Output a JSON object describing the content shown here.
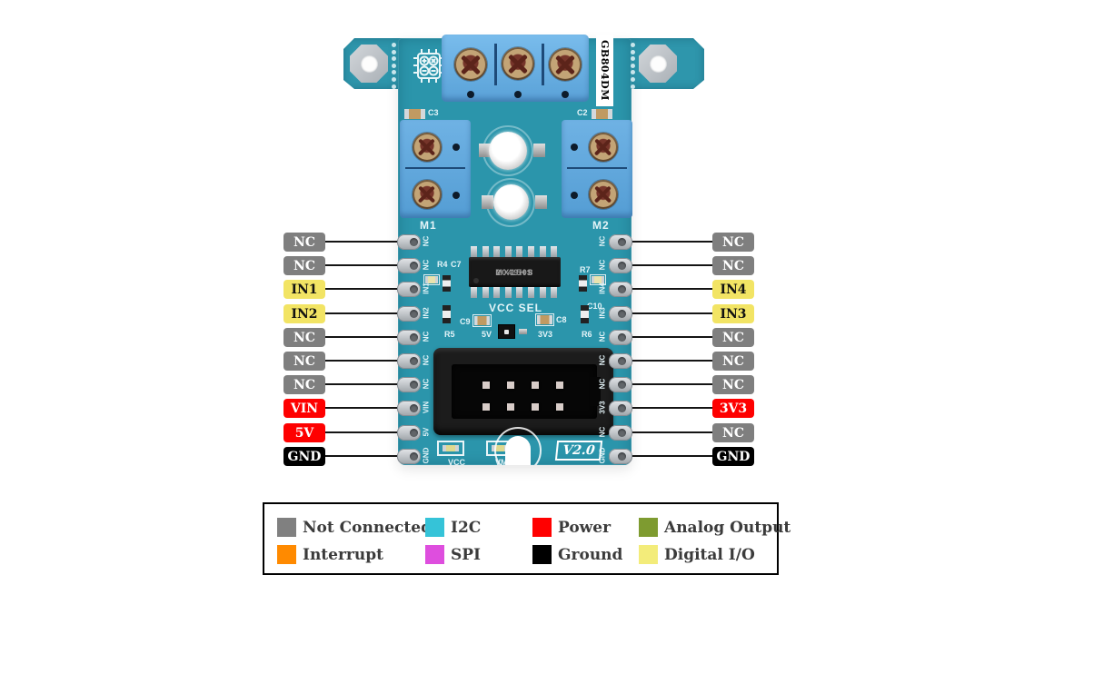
{
  "board": {
    "model_label": "GB804DM",
    "version_label": "V2.0",
    "ic": {
      "marking_line1": "MX1508",
      "marking_line2": "2049HS"
    },
    "silkscreen": {
      "m1": "M1",
      "m2": "M2",
      "c3": "C3",
      "c2": "C2",
      "vcc_sel": "VCC SEL",
      "c9": "C9",
      "c8": "C8",
      "c10": "C10",
      "r4": "R4",
      "c7": "C7",
      "r7": "R7",
      "r5": "R5",
      "r6": "R6",
      "sel_5v": "5V",
      "sel_3v3": "3V3",
      "led_vcc": "VCC",
      "led_vm": "VM"
    }
  },
  "pins": {
    "left": [
      {
        "label": "NC",
        "type": "nc"
      },
      {
        "label": "NC",
        "type": "nc"
      },
      {
        "label": "IN1",
        "type": "digital"
      },
      {
        "label": "IN2",
        "type": "digital"
      },
      {
        "label": "NC",
        "type": "nc"
      },
      {
        "label": "NC",
        "type": "nc"
      },
      {
        "label": "NC",
        "type": "nc"
      },
      {
        "label": "VIN",
        "type": "power"
      },
      {
        "label": "5V",
        "type": "power"
      },
      {
        "label": "GND",
        "type": "ground"
      }
    ],
    "right": [
      {
        "label": "NC",
        "type": "nc"
      },
      {
        "label": "NC",
        "type": "nc"
      },
      {
        "label": "IN4",
        "type": "digital"
      },
      {
        "label": "IN3",
        "type": "digital"
      },
      {
        "label": "NC",
        "type": "nc"
      },
      {
        "label": "NC",
        "type": "nc"
      },
      {
        "label": "NC",
        "type": "nc"
      },
      {
        "label": "3V3",
        "type": "power"
      },
      {
        "label": "NC",
        "type": "nc"
      },
      {
        "label": "GND",
        "type": "ground"
      }
    ]
  },
  "pin_types": {
    "nc": {
      "bg": "#7f7f7f",
      "fg": "#ffffff"
    },
    "digital": {
      "bg": "#f2e464",
      "fg": "#111111"
    },
    "power": {
      "bg": "#fe0000",
      "fg": "#ffffff"
    },
    "ground": {
      "bg": "#000000",
      "fg": "#ffffff"
    }
  },
  "legend": {
    "items": [
      {
        "label": "Not Connected",
        "color": "#808080"
      },
      {
        "label": "I2C",
        "color": "#35c3d8"
      },
      {
        "label": "Power",
        "color": "#ff0000"
      },
      {
        "label": "Analog Output",
        "color": "#7e9b30"
      },
      {
        "label": "Interrupt",
        "color": "#ff8a00"
      },
      {
        "label": "SPI",
        "color": "#de4ede"
      },
      {
        "label": "Ground",
        "color": "#000000"
      },
      {
        "label": "Digital I/O",
        "color": "#f3ec7a"
      }
    ]
  }
}
